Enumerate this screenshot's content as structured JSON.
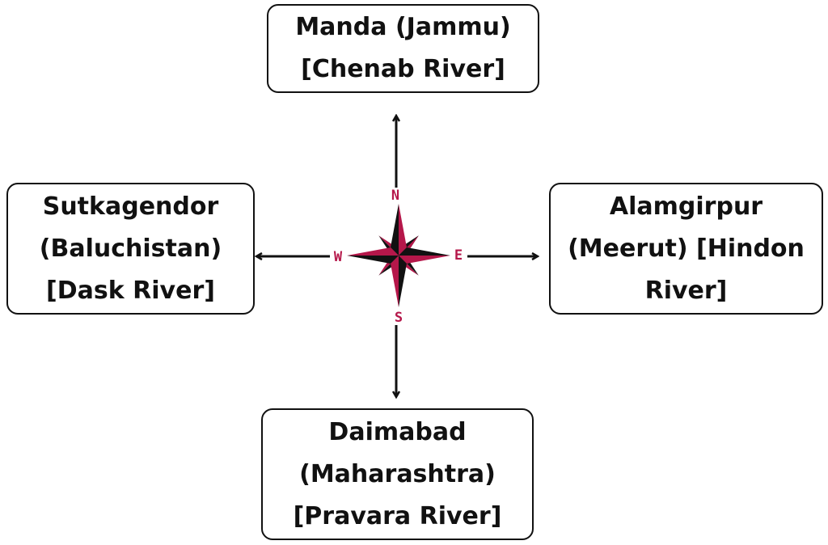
{
  "nodes": {
    "north": {
      "lines": [
        "Manda (Jammu)",
        "[Chenab River]"
      ]
    },
    "west": {
      "lines": [
        "Sutkagendor",
        "(Baluchistan)",
        "[Dask River]"
      ]
    },
    "east": {
      "lines": [
        "Alamgirpur",
        "(Meerut) [Hindon",
        "River]"
      ]
    },
    "south": {
      "lines": [
        "Daimabad",
        "(Maharashtra)",
        "[Pravara River]"
      ]
    }
  },
  "compass": {
    "n": "N",
    "s": "S",
    "e": "E",
    "w": "W",
    "accent": "#b5174a"
  }
}
